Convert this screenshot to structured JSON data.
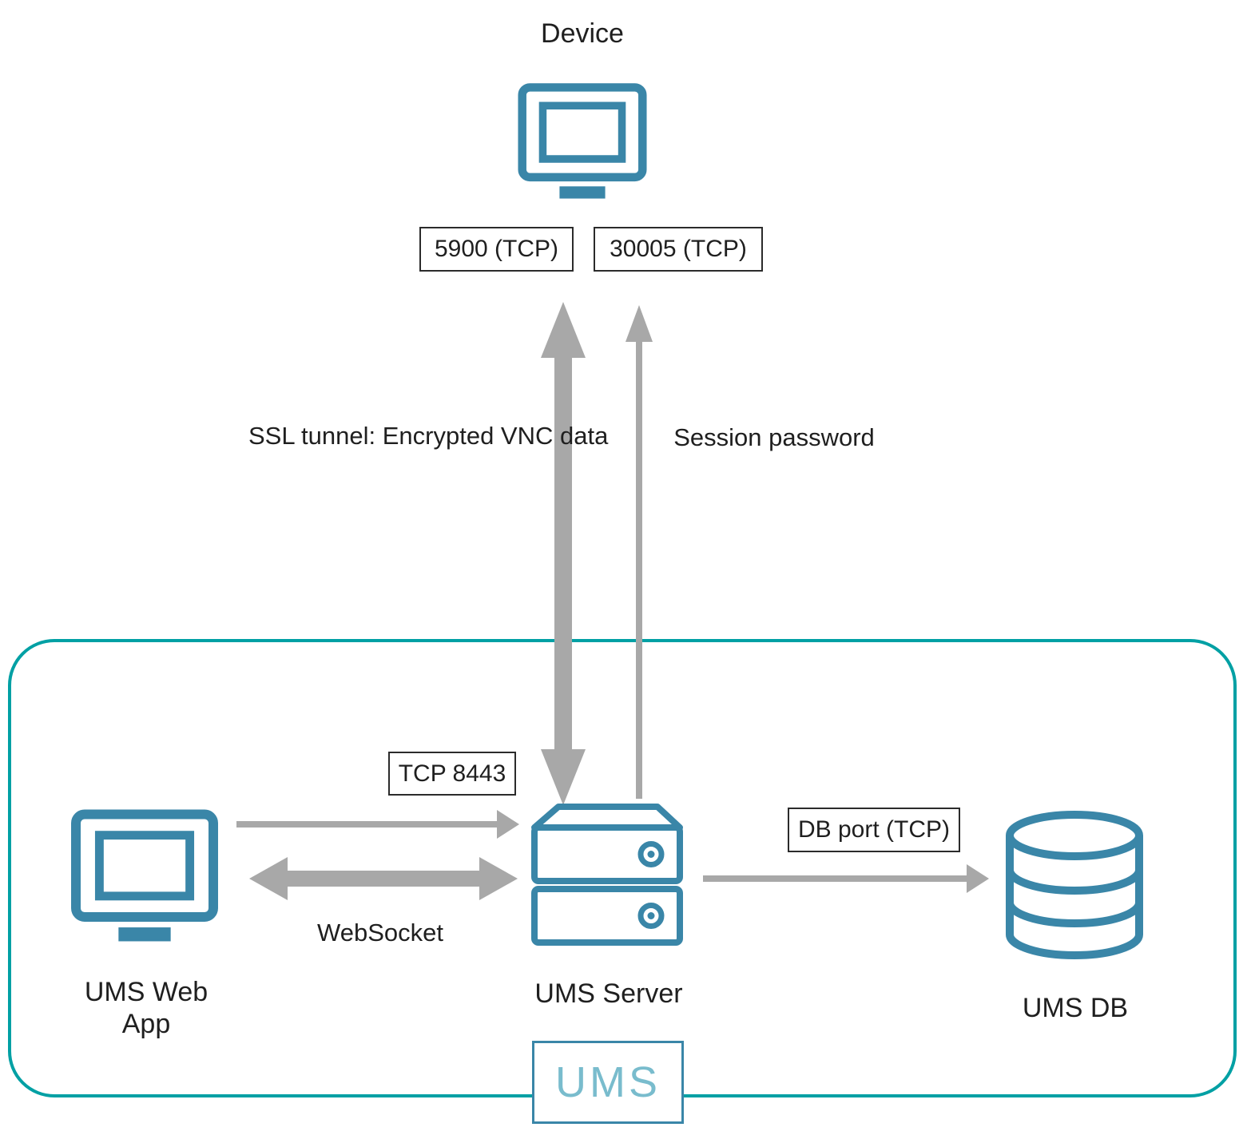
{
  "colors": {
    "icon_teal": "#3a86a8",
    "boundary_teal": "#00a0a4",
    "arrow_gray": "#a8a8a8",
    "text_black": "#1f1f1f",
    "ums_wordmark": "#79bccd",
    "box_border": "#2b2b2b"
  },
  "nodes": {
    "device": {
      "label": "Device"
    },
    "web_app": {
      "label": "UMS Web App"
    },
    "server": {
      "label": "UMS Server"
    },
    "db": {
      "label": "UMS DB"
    }
  },
  "port_badges": {
    "vnc": "5900 (TCP)",
    "session": "30005 (TCP)",
    "web": "TCP 8443",
    "db": "DB port (TCP)"
  },
  "connections": {
    "ssl_tunnel": "SSL tunnel: Encrypted VNC data",
    "session_password": "Session password",
    "websocket": "WebSocket"
  },
  "boundary": {
    "label": "UMS"
  }
}
